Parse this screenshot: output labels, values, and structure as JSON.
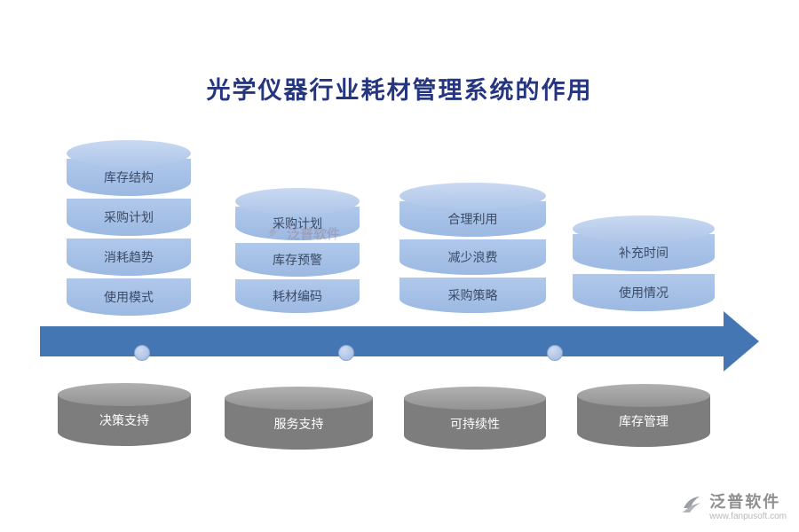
{
  "title": "光学仪器行业耗材管理系统的作用",
  "stacks": [
    {
      "segments": [
        "库存结构",
        "采购计划",
        "消耗趋势",
        "使用模式"
      ]
    },
    {
      "segments": [
        "采购计划",
        "库存预警",
        "耗材编码"
      ]
    },
    {
      "segments": [
        "合理利用",
        "减少浪费",
        "采购策略"
      ]
    },
    {
      "segments": [
        "补充时间",
        "使用情况"
      ]
    }
  ],
  "bases": [
    {
      "label": "决策支持"
    },
    {
      "label": "服务支持"
    },
    {
      "label": "可持续性"
    },
    {
      "label": "库存管理"
    }
  ],
  "watermark_center": "泛普软件",
  "footer_watermark": {
    "brand": "泛普软件",
    "url": "www.fanpusoft.com"
  },
  "colors": {
    "stack_fill": "#A3BEE4",
    "stack_cap": "#B9CDEC",
    "arrow": "#4576B4",
    "base_fill": "#7D7D7D",
    "base_cap": "#9C9C9C",
    "title": "#26357F"
  }
}
